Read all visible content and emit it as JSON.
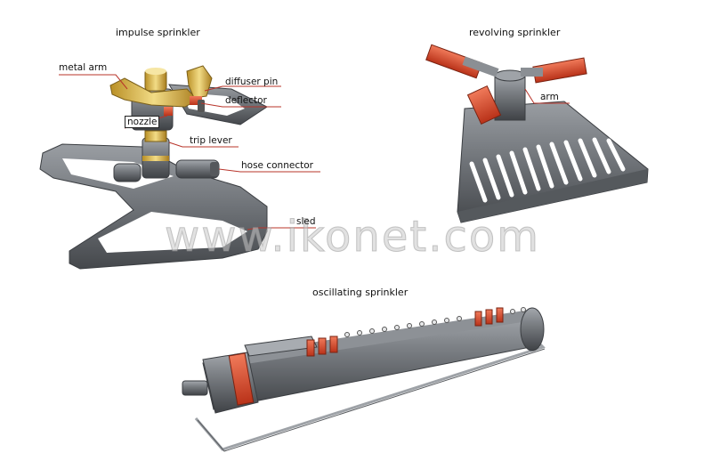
{
  "titles": {
    "impulse": "impulse sprinkler",
    "revolving": "revolving sprinkler",
    "oscillating": "oscillating sprinkler"
  },
  "labels": {
    "metal_arm": "metal arm",
    "diffuser_pin": "diffuser pin",
    "deflector": "deflector",
    "nozzle": "nozzle",
    "trip_lever": "trip lever",
    "hose_connector": "hose connector",
    "sled": "sled",
    "arm": "arm"
  },
  "watermark": "www.ikonet.com",
  "colors": {
    "metal": "#6f7378",
    "metal_dark": "#4a4d51",
    "metal_light": "#9a9ea3",
    "accent": "#d9482b",
    "brass": "#d7b64a",
    "line": "#b8342a"
  }
}
